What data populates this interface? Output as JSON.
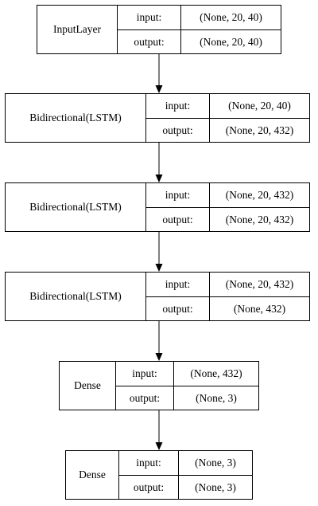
{
  "diagram": {
    "nodes": [
      {
        "layer_name": "InputLayer",
        "input_label": "input:",
        "input_shape": "(None, 20, 40)",
        "output_label": "output:",
        "output_shape": "(None, 20, 40)"
      },
      {
        "layer_name": "Bidirectional(LSTM)",
        "input_label": "input:",
        "input_shape": "(None, 20, 40)",
        "output_label": "output:",
        "output_shape": "(None, 20, 432)"
      },
      {
        "layer_name": "Bidirectional(LSTM)",
        "input_label": "input:",
        "input_shape": "(None, 20, 432)",
        "output_label": "output:",
        "output_shape": "(None, 20, 432)"
      },
      {
        "layer_name": "Bidirectional(LSTM)",
        "input_label": "input:",
        "input_shape": "(None, 20, 432)",
        "output_label": "output:",
        "output_shape": "(None, 432)"
      },
      {
        "layer_name": "Dense",
        "input_label": "input:",
        "input_shape": "(None, 432)",
        "output_label": "output:",
        "output_shape": "(None, 3)"
      },
      {
        "layer_name": "Dense",
        "input_label": "input:",
        "input_shape": "(None, 3)",
        "output_label": "output:",
        "output_shape": "(None, 3)"
      }
    ],
    "edges": [
      {
        "from": 0,
        "to": 1
      },
      {
        "from": 1,
        "to": 2
      },
      {
        "from": 2,
        "to": 3
      },
      {
        "from": 3,
        "to": 4
      },
      {
        "from": 4,
        "to": 5
      }
    ],
    "colors": {
      "stroke": "#000000",
      "background": "#ffffff",
      "text": "#000000"
    }
  }
}
